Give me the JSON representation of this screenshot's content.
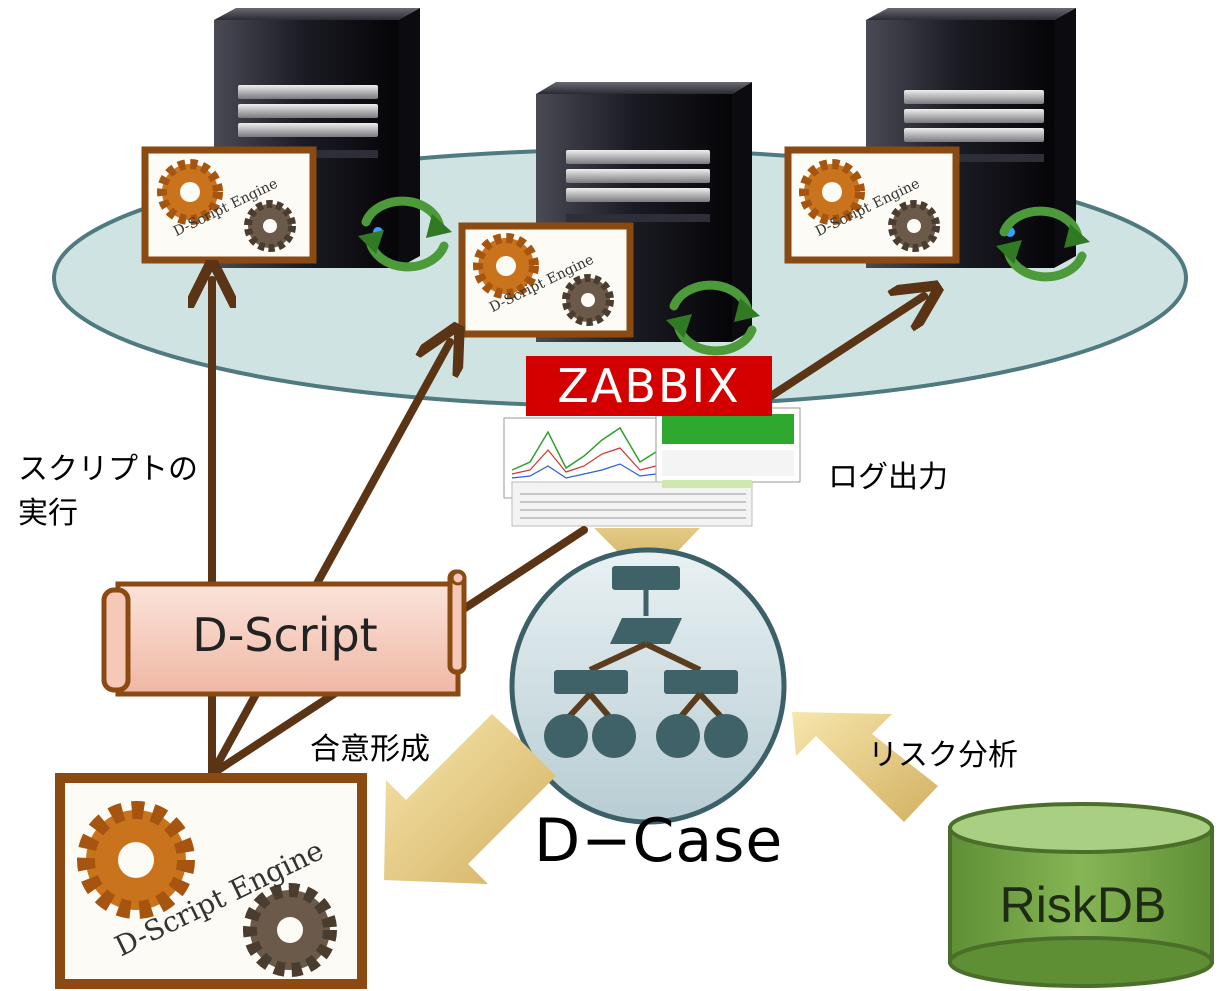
{
  "labels": {
    "run_script": "スクリプトの実行",
    "log_output": "ログ出力",
    "consensus": "合意形成",
    "risk_analysis": "リスク分析"
  },
  "nodes": {
    "zabbix": "ZABBIX",
    "dscript": "D-Script",
    "dcase": "D−Case",
    "riskdb": "RiskDB",
    "engine_text": "D-Script Engine"
  },
  "colors": {
    "arrow_brown": "#5a3414",
    "engine_border": "#8a4a12",
    "ellipse_fill": "#cfe3e3",
    "zabbix_red": "#d40000",
    "riskdb_green": "#77a64a",
    "dcase_circle": "#d6e4e8"
  }
}
